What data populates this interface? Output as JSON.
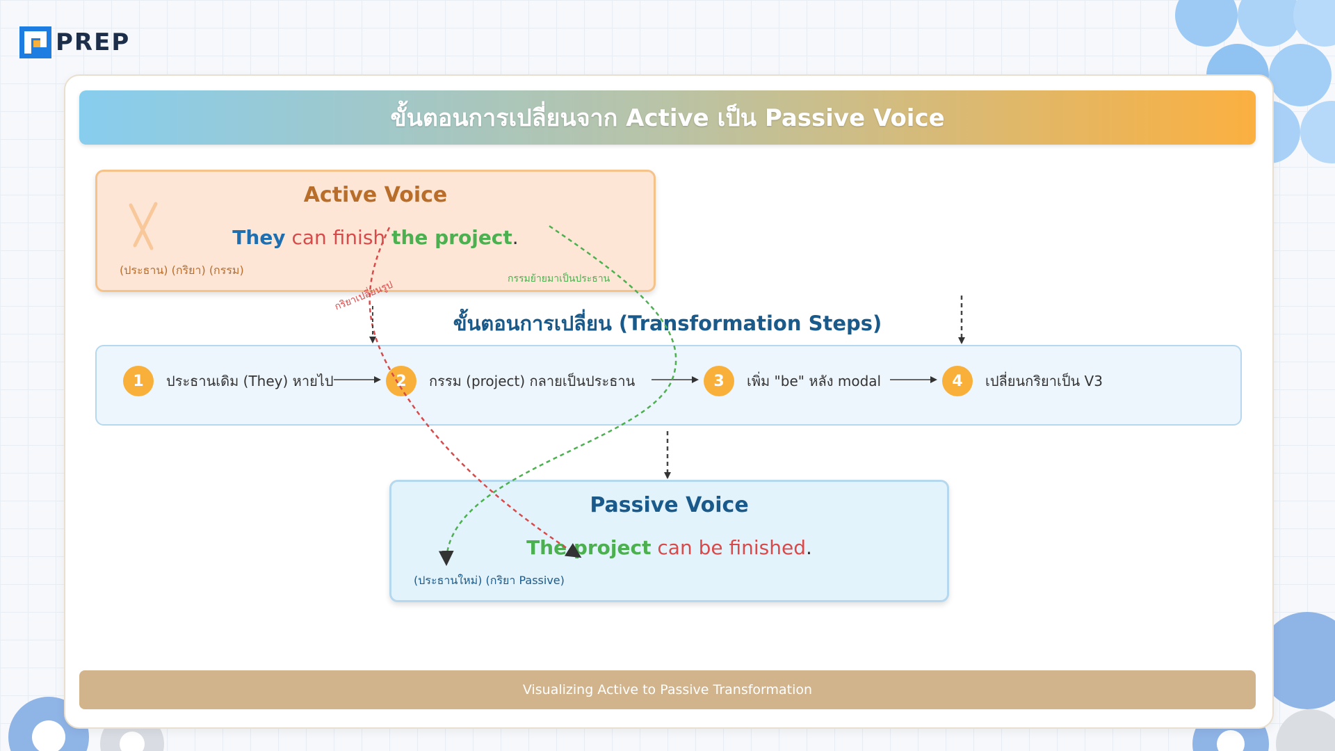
{
  "brand": {
    "name": "PREP",
    "logo_icon": "prep-logo-icon"
  },
  "header": {
    "title": "ขั้นตอนการเปลี่ยนจาก Active เป็น Passive Voice"
  },
  "active_voice": {
    "title": "Active Voice",
    "sentence": {
      "subject": "They",
      "verb": "can finish",
      "object": "the project",
      "end": "."
    },
    "roles": "(ประธาน) (กริยา) (กรรม)"
  },
  "annotations": {
    "object_moves": "กรรมย้ายมาเป็นประธาน",
    "verb_changes": "กริยาเปลี่ยนรูป"
  },
  "steps": {
    "title": "ขั้นตอนการเปลี่ยน (Transformation Steps)",
    "items": [
      {
        "number": "1",
        "text": "ประธานเดิม (They) หายไป"
      },
      {
        "number": "2",
        "text": "กรรม (project) กลายเป็นประธาน"
      },
      {
        "number": "3",
        "text": "เพิ่ม \"be\" หลัง modal"
      },
      {
        "number": "4",
        "text": "เปลี่ยนกริยาเป็น V3"
      }
    ]
  },
  "passive_voice": {
    "title": "Passive Voice",
    "sentence": {
      "subject": "The project",
      "verb": "can be finished",
      "end": "."
    },
    "roles": "(ประธานใหม่) (กริยา Passive)"
  },
  "footer": {
    "text": "Visualizing Active to Passive Transformation"
  },
  "colors": {
    "subject_blue": "#1f6fb0",
    "verb_red": "#d84a4a",
    "object_green": "#4caf50",
    "step_orange": "#f8b03a",
    "footer_tan": "#d2b48c"
  }
}
